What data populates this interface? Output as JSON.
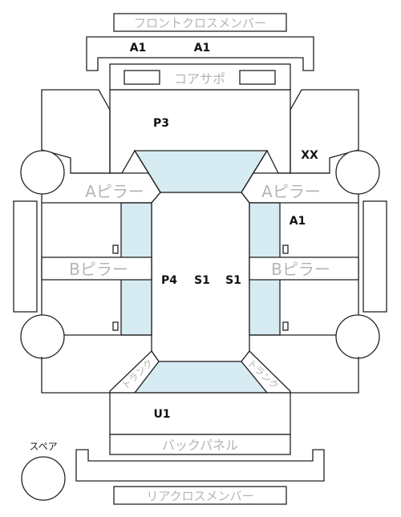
{
  "labels": {
    "front_cross_member": "フロントクロスメンバー",
    "core_support": "コアサポ",
    "a_pillar_left": "Aピラー",
    "a_pillar_right": "Aピラー",
    "b_pillar_left": "Bピラー",
    "b_pillar_right": "Bピラー",
    "trunk_left": "トランク",
    "trunk_right": "トランク",
    "back_panel": "バックパネル",
    "rear_cross_member": "リアクロスメンバー",
    "spare": "スペア"
  },
  "codes": {
    "front_cross_1": "A1",
    "front_cross_2": "A1",
    "hood": "P3",
    "right_front_fender": "XX",
    "right_front_door": "A1",
    "roof": "P4",
    "roof_s1_left": "S1",
    "roof_s1_right": "S1",
    "trunk": "U1"
  }
}
